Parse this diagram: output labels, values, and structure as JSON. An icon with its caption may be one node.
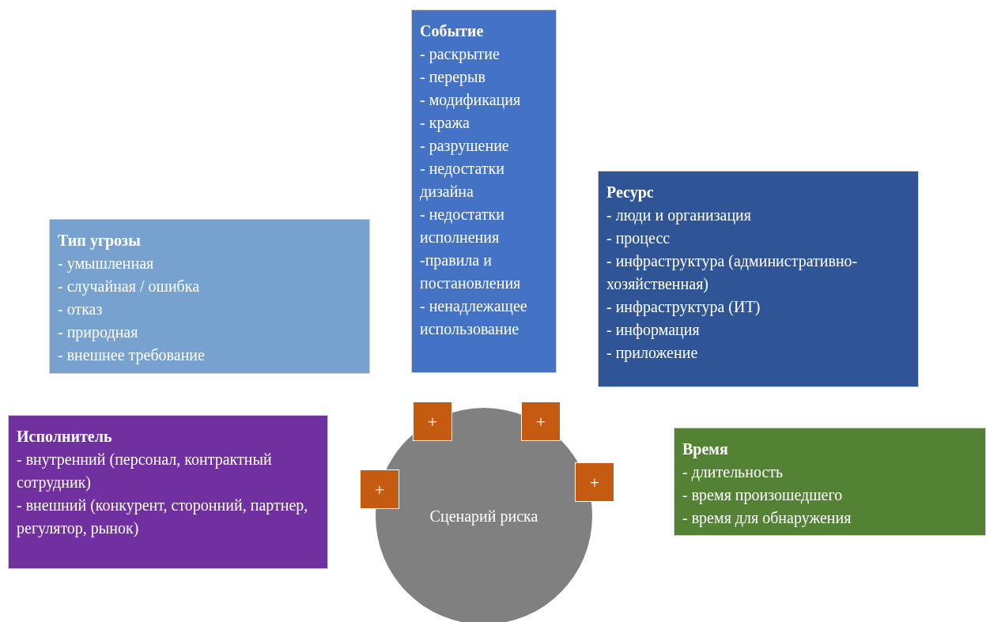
{
  "diagram": {
    "nodes": [
      {
        "text": [
          "Событие",
          "- раскрытие",
          "- перерыв",
          "- модификация",
          "- кража",
          "- разрушение",
          "- недостатки дизайна",
          "- недостатки исполнения",
          "-правила и постановления",
          "- ненадлежащее использование"
        ]
      },
      {
        "text": [
          "Ресурс",
          "- люди и организация",
          "- процесс",
          "- инфраструктура (административно-хозяйственная)",
          "- инфраструктура (ИТ)",
          "- информация",
          "- приложение"
        ]
      },
      {
        "text": [
          "Тип угрозы",
          "- умышленная",
          "- случайная / ошибка",
          "- отказ",
          "- природная",
          "- внешнее требование"
        ]
      },
      {
        "text": [
          "Исполнитель",
          "- внутренний (персонал, контрактный сотрудник)",
          "- внешний (конкурент, сторонний, партнер, регулятор, рынок)"
        ]
      },
      {
        "text": [
          "+"
        ]
      },
      {
        "text": [
          "+"
        ]
      },
      {
        "text": [
          "+"
        ]
      },
      {
        "text": [
          "+"
        ]
      },
      {
        "text": [
          "Сценарий риска"
        ]
      },
      {
        "text": [
          "Время",
          "- длительность",
          "- время произошедшего",
          "- время для обнаружения"
        ]
      }
    ]
  }
}
